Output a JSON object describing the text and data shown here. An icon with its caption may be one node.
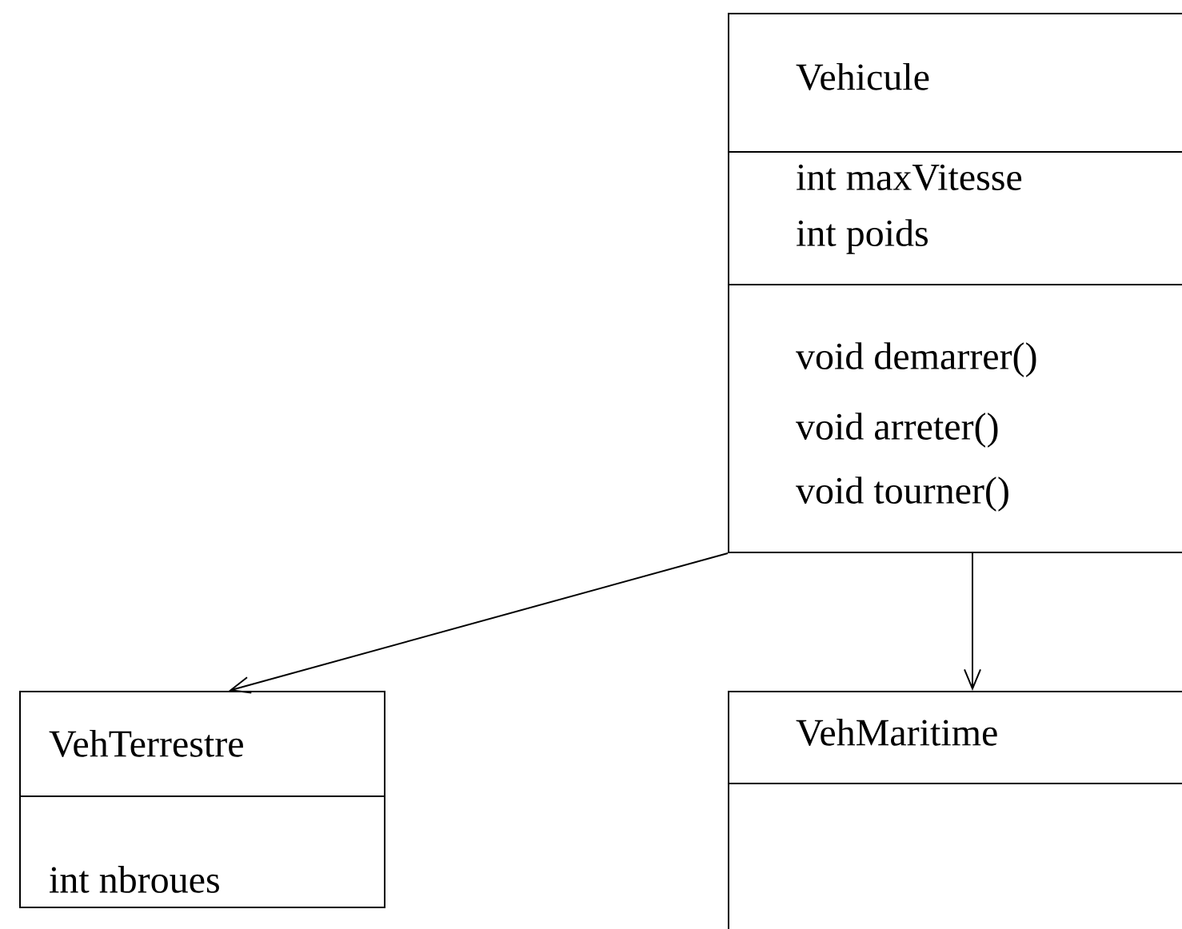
{
  "diagram": {
    "nodes": [
      {
        "text": [
          "Vehicule",
          "int maxVitesse",
          "int poids",
          "void demarrer()",
          "void arreter()",
          "void tourner()"
        ]
      },
      {
        "text": [
          "VehTerrestre",
          "int nbroues"
        ]
      },
      {
        "text": [
          "VehMaritime"
        ]
      }
    ],
    "edges": [
      {
        "from": 0,
        "to": 1,
        "arrow": "to"
      },
      {
        "from": 0,
        "to": 2,
        "arrow": "to"
      }
    ]
  }
}
